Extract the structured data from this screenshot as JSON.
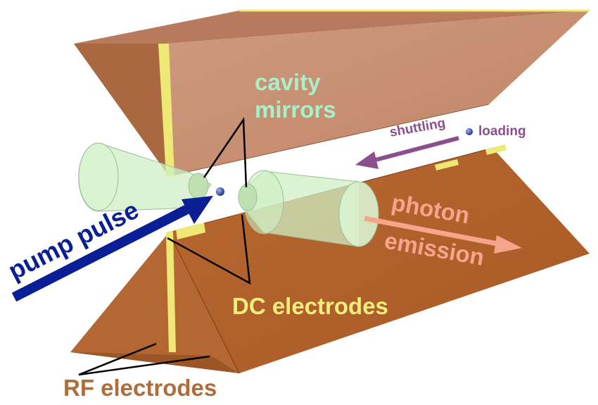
{
  "labels": {
    "cavity_mirrors_line1": "cavity",
    "cavity_mirrors_line2": "mirrors",
    "shuttling": "shuttling",
    "loading": "loading",
    "pump_pulse": "pump pulse",
    "photon_line1": "photon",
    "photon_line2": "emission",
    "dc_electrodes": "DC electrodes",
    "rf_electrodes": "RF electrodes"
  },
  "colors": {
    "cavity_label": "#a8f0c8",
    "shuttling_label": "#8a4f8c",
    "pump_label": "#08239a",
    "photon_label": "#f4a58c",
    "dc_label": "#f2ee7c",
    "rf_label": "#b06d3a",
    "electrode_top": "#c0876a",
    "electrode_bottom": "#b06531",
    "insulator": "#eee874",
    "mirror_fill": "#cdecc4",
    "ion": "#2a3f9a"
  }
}
